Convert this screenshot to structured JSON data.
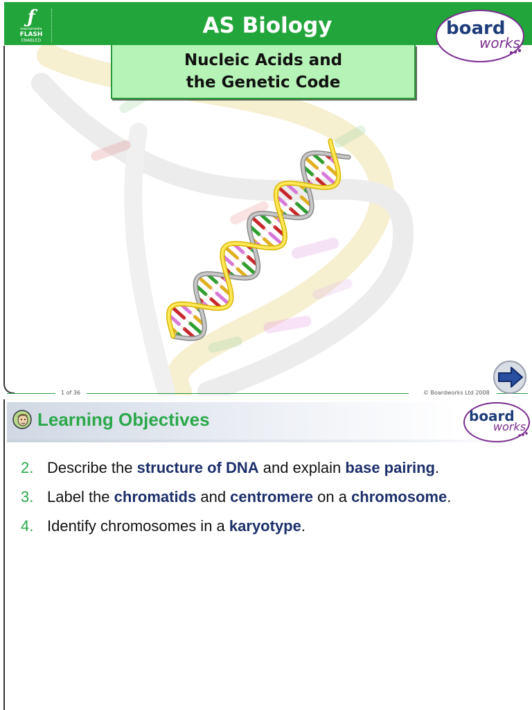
{
  "slide1": {
    "flash_logo": {
      "top": "macromedia",
      "word": "FLASH",
      "bottom": "ENABLED"
    },
    "title": "AS Biology",
    "subtitle_line1": "Nucleic Acids and",
    "subtitle_line2": "the Genetic Code",
    "logo_line1": "board",
    "logo_line2": "works",
    "footer_page": "1 of 36",
    "footer_copyright": "© Boardworks Ltd 2008",
    "next_icon": "arrow-right-icon",
    "colors": {
      "title_bar": "#22a53a",
      "subtitle_bg": "#b6f3b6",
      "logo_blue": "#1e3d7a",
      "logo_purple": "#7a2d8f"
    }
  },
  "slide2": {
    "header_title": "Learning Objectives",
    "logo_line1": "board",
    "logo_line2": "works",
    "objectives": [
      {
        "num": "2.",
        "parts": [
          "Describe the ",
          "structure of DNA",
          " and explain ",
          "base pairing",
          "."
        ]
      },
      {
        "num": "3.",
        "parts": [
          "Label the ",
          "chromatids",
          " and ",
          "centromere",
          " on a ",
          "chromosome",
          "."
        ]
      },
      {
        "num": "4.",
        "parts": [
          "Identify chromosomes in a ",
          "karyotype",
          "."
        ]
      }
    ],
    "colors": {
      "title_green": "#2aa84a",
      "bold_navy": "#1b2f6b"
    }
  }
}
